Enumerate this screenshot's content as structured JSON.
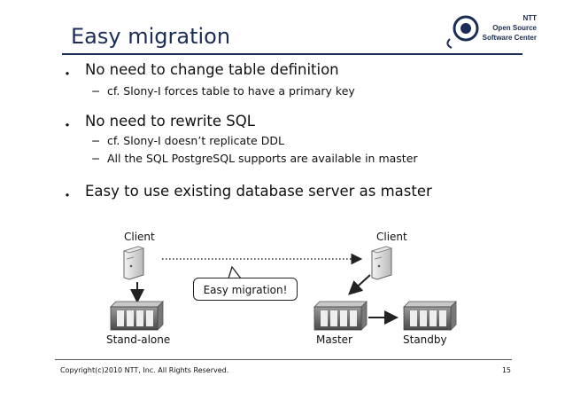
{
  "slide": {
    "title": "Easy migration",
    "logo": {
      "line1": "NTT",
      "line2": "Open Source",
      "line3": "Software Center"
    },
    "bullets": [
      {
        "text": "No need to change table definition",
        "sub": [
          "cf. Slony-I forces table to have a primary key"
        ]
      },
      {
        "text": "No need to rewrite SQL",
        "sub": [
          "cf. Slony-I doesn’t replicate DDL",
          "All the SQL PostgreSQL supports are available in master"
        ]
      },
      {
        "text": "Easy to use existing database server as master",
        "sub": []
      }
    ],
    "bullet_glyph": "・",
    "dash_glyph": "−"
  },
  "diagram": {
    "client_left": "Client",
    "client_right": "Client",
    "callout": "Easy migration!",
    "standalone": "Stand-alone",
    "master": "Master",
    "standby": "Standby"
  },
  "footer": {
    "copyright": "Copyright(c)2010 NTT, Inc. All Rights Reserved.",
    "page": "15"
  }
}
